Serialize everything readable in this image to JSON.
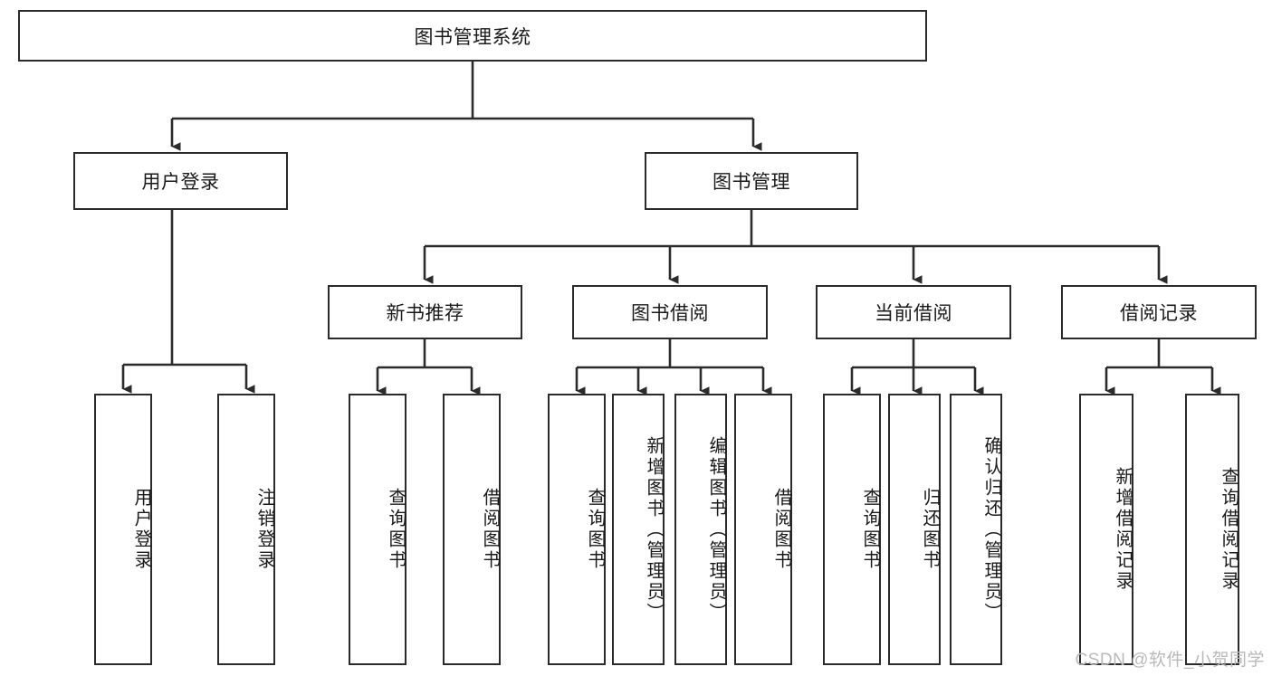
{
  "diagram": {
    "type": "tree-hierarchy",
    "title": "图书管理系统",
    "style": {
      "box_border_color": "#2b2b2b",
      "box_fill_color": "#ffffff",
      "edge_color": "#2b2b2b",
      "background": "#ffffff",
      "watermark_color": "#b9b9b9"
    },
    "nodes": {
      "root": {
        "label": "图书管理系统",
        "level": 0,
        "orientation": "horizontal"
      },
      "l1": [
        {
          "id": "user_login",
          "label": "用户登录",
          "level": 1,
          "orientation": "horizontal"
        },
        {
          "id": "book_mgmt",
          "label": "图书管理",
          "level": 1,
          "orientation": "horizontal"
        }
      ],
      "l2": [
        {
          "id": "new_book_rec",
          "label": "新书推荐",
          "level": 2,
          "orientation": "horizontal",
          "parent": "book_mgmt"
        },
        {
          "id": "book_borrow",
          "label": "图书借阅",
          "level": 2,
          "orientation": "horizontal",
          "parent": "book_mgmt"
        },
        {
          "id": "current_borrow",
          "label": "当前借阅",
          "level": 2,
          "orientation": "horizontal",
          "parent": "book_mgmt"
        },
        {
          "id": "borrow_record",
          "label": "借阅记录",
          "level": 2,
          "orientation": "horizontal",
          "parent": "book_mgmt"
        }
      ],
      "leaves": [
        {
          "id": "leaf_user_login",
          "label": "用户登录",
          "orientation": "vertical",
          "parent": "user_login"
        },
        {
          "id": "leaf_logout",
          "label": "注销登录",
          "orientation": "vertical",
          "parent": "user_login"
        },
        {
          "id": "leaf_query_book_1",
          "label": "查询图书",
          "orientation": "vertical",
          "parent": "new_book_rec"
        },
        {
          "id": "leaf_borrow_book_1",
          "label": "借阅图书",
          "orientation": "vertical",
          "parent": "new_book_rec"
        },
        {
          "id": "leaf_query_book_2",
          "label": "查询图书",
          "orientation": "vertical",
          "parent": "book_borrow"
        },
        {
          "id": "leaf_add_book",
          "label": "新增图书（管理员）",
          "orientation": "vertical",
          "parent": "book_borrow"
        },
        {
          "id": "leaf_edit_book",
          "label": "编辑图书（管理员）",
          "orientation": "vertical",
          "parent": "book_borrow"
        },
        {
          "id": "leaf_borrow_book_2",
          "label": "借阅图书",
          "orientation": "vertical",
          "parent": "book_borrow"
        },
        {
          "id": "leaf_query_book_3",
          "label": "查询图书",
          "orientation": "vertical",
          "parent": "current_borrow"
        },
        {
          "id": "leaf_return_book",
          "label": "归还图书",
          "orientation": "vertical",
          "parent": "current_borrow"
        },
        {
          "id": "leaf_confirm_return",
          "label": "确认归还（管理员）",
          "orientation": "vertical",
          "parent": "current_borrow"
        },
        {
          "id": "leaf_add_record",
          "label": "新增借阅记录",
          "orientation": "vertical",
          "parent": "borrow_record"
        },
        {
          "id": "leaf_query_record",
          "label": "查询借阅记录",
          "orientation": "vertical",
          "parent": "borrow_record"
        }
      ]
    }
  },
  "watermark": {
    "text": "CSDN @软件_小贺同学"
  }
}
